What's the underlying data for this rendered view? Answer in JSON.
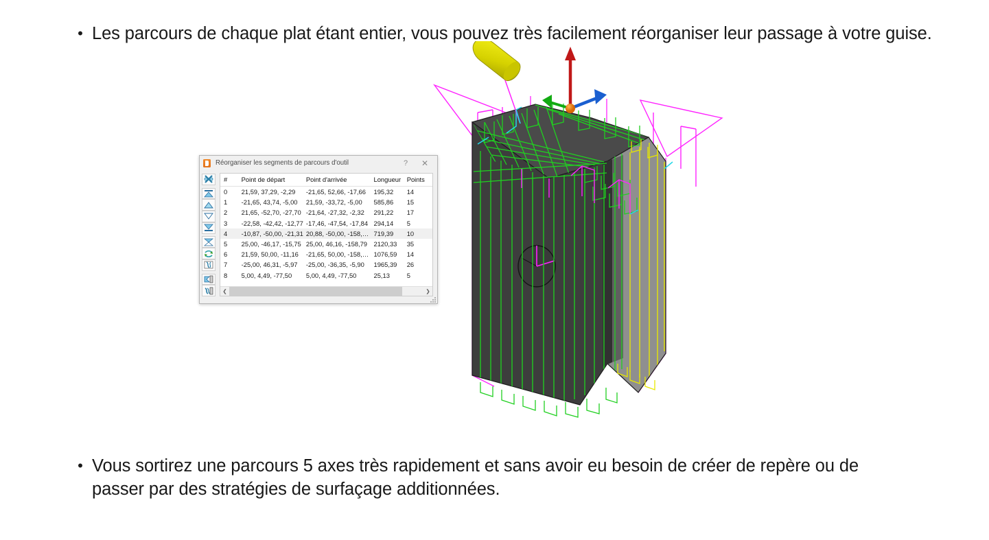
{
  "slide": {
    "bullet_marker": "•",
    "bullets": [
      "Les parcours de chaque plat étant entier, vous pouvez très facilement réorganiser leur passage à votre guise.",
      "Vous sortirez une parcours 5 axes très rapidement et sans avoir eu besoin de créer de repère ou de passer par des stratégies de surfaçage additionnées."
    ]
  },
  "dialog": {
    "title": "Réorganiser les segments de parcours d'outil",
    "help_label": "?",
    "close_label": "✕",
    "toolbar": [
      {
        "name": "cut-segment-icon",
        "label": "Couper"
      },
      {
        "name": "move-to-top-icon",
        "label": "Déplacer en haut"
      },
      {
        "name": "move-up-icon",
        "label": "Monter"
      },
      {
        "name": "move-down-icon",
        "label": "Descendre"
      },
      {
        "name": "move-to-bottom-icon",
        "label": "Déplacer en bas"
      },
      {
        "name": "reverse-order-icon",
        "label": "Inverser l'ordre"
      },
      {
        "name": "swap-direction-icon",
        "label": "Inverser le sens"
      },
      {
        "name": "mirror-segment-icon",
        "label": "Miroir"
      },
      {
        "name": "merge-segments-icon",
        "label": "Fusionner"
      },
      {
        "name": "split-segments-icon",
        "label": "Scinder"
      }
    ],
    "table": {
      "columns": [
        "#",
        "Point de départ",
        "Point d'arrivée",
        "Longueur",
        "Points"
      ],
      "selected_index": 4,
      "rows": [
        {
          "index": "0",
          "start": "21,59, 37,29, -2,29",
          "end": "-21,65, 52,66, -17,66",
          "length": "195,32",
          "points": "14"
        },
        {
          "index": "1",
          "start": "-21,65, 43,74, -5,00",
          "end": "21,59, -33,72, -5,00",
          "length": "585,86",
          "points": "15"
        },
        {
          "index": "2",
          "start": "21,65, -52,70, -27,70",
          "end": "-21,64, -27,32, -2,32",
          "length": "291,22",
          "points": "17"
        },
        {
          "index": "3",
          "start": "-22,58, -42,42, -12,77",
          "end": "-17,46, -47,54, -17,84",
          "length": "294,14",
          "points": "5"
        },
        {
          "index": "4",
          "start": "-10,87, -50,00, -21,31",
          "end": "20,88, -50,00, -158,…",
          "length": "719,39",
          "points": "10"
        },
        {
          "index": "5",
          "start": "25,00, -46,17, -15,75",
          "end": "25,00, 46,16, -158,79",
          "length": "2120,33",
          "points": "35"
        },
        {
          "index": "6",
          "start": "21,59, 50,00, -11,16",
          "end": "-21,65, 50,00, -158,…",
          "length": "1076,59",
          "points": "14"
        },
        {
          "index": "7",
          "start": "-25,00, 46,31, -5,97",
          "end": "-25,00, -36,35, -5,90",
          "length": "1965,39",
          "points": "26"
        },
        {
          "index": "8",
          "start": "5,00, 4,49, -77,50",
          "end": "5,00, 4,49, -77,50",
          "length": "25,13",
          "points": "5"
        }
      ]
    },
    "scrollbar": {
      "left_arrow": "❮",
      "right_arrow": "❯"
    }
  },
  "viewport": {
    "axis_label_y": "Y",
    "colors": {
      "stock_front": "#3d3d3d",
      "stock_top": "#4a4a4a",
      "stock_side": "#9a9a9a",
      "toolpath_green": "#20d020",
      "rapid_magenta": "#ff22ff",
      "toolpath_yellow": "#e8e800",
      "link_cyan": "#24d8e8",
      "tool_body": "#d8d400",
      "axis_z": "#c01818",
      "axis_x": "#1a5fd0",
      "axis_y": "#12aa12",
      "origin": "#e07a10"
    }
  }
}
